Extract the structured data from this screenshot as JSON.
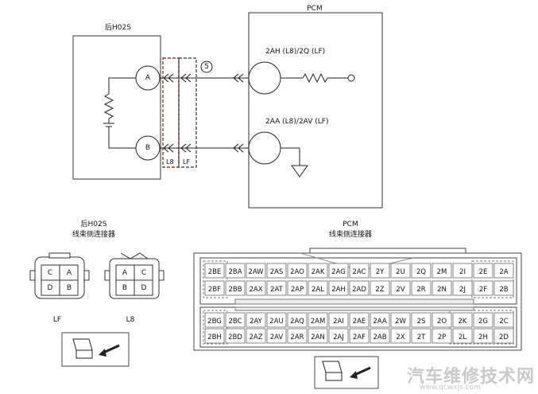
{
  "sensor": {
    "title": "后H02S"
  },
  "pcm": {
    "title": "PCM"
  },
  "pins": {
    "a": "A",
    "b": "B"
  },
  "pcm_terms": {
    "upper": "2AH (L8)/2Q (LF)",
    "lower": "2AA (L8)/2AV (LF)"
  },
  "connector_ref": "5",
  "variants": {
    "l8": "L8",
    "lf": "LF"
  },
  "sensor_conn": {
    "title": "后H02S",
    "subtitle": "线束侧连接器",
    "lf_label": "LF",
    "l8_label": "L8",
    "lf_pins": [
      "C",
      "A",
      "D",
      "B"
    ],
    "l8_pins": [
      "A",
      "C",
      "B",
      "D"
    ]
  },
  "pcm_conn": {
    "title": "PCM",
    "subtitle": "线束侧连接器",
    "rows": [
      [
        "2BE",
        "2BA",
        "2AW",
        "2AS",
        "2AO",
        "2AK",
        "2AG",
        "2AC",
        "2Y",
        "2U",
        "2Q",
        "2M",
        "2I",
        "2E",
        "2A"
      ],
      [
        "2BF",
        "2BB",
        "2AX",
        "2AT",
        "2AP",
        "2AL",
        "2AH",
        "2AD",
        "2Z",
        "2V",
        "2R",
        "2N",
        "2J",
        "2F",
        "2B"
      ],
      [
        "2BG",
        "2BC",
        "2AY",
        "2AU",
        "2AQ",
        "2AM",
        "2AI",
        "2AE",
        "2AA",
        "2W",
        "2S",
        "2O",
        "2K",
        "2G",
        "2C"
      ],
      [
        "2BH",
        "2BD",
        "2AZ",
        "2AV",
        "2AR",
        "2AN",
        "2AJ",
        "2AF",
        "2AB",
        "2X",
        "2T",
        "2P",
        "2L",
        "2H",
        "2D"
      ]
    ]
  },
  "watermark": {
    "text": "汽车维修技术网",
    "url": "www.qcwxjs.com"
  }
}
